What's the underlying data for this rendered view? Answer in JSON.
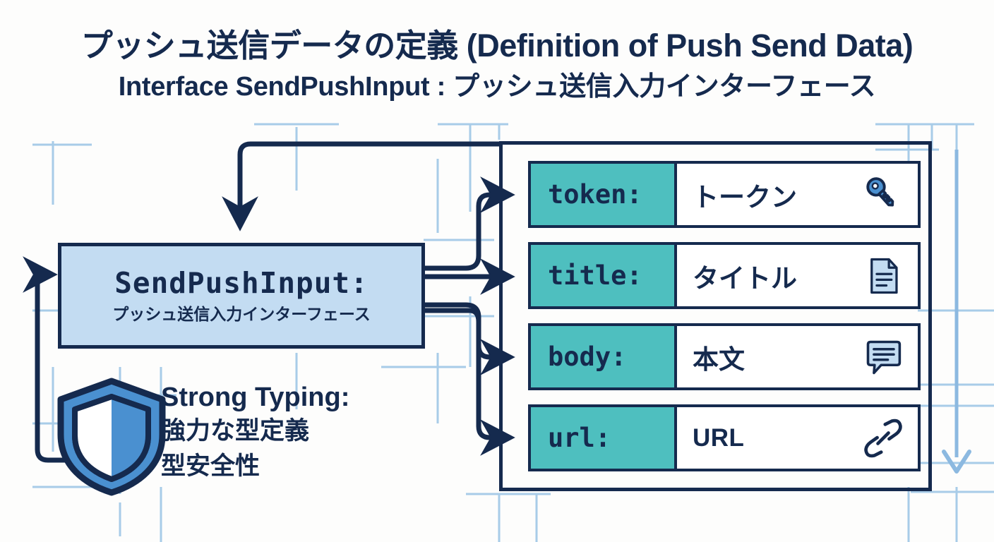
{
  "heading": {
    "line1": "プッシュ送信データの定義 (Definition of Push Send Data)",
    "line2": "Interface SendPushInput : プッシュ送信入力インターフェース"
  },
  "interface_box": {
    "name": "SendPushInput:",
    "subtitle": "プッシュ送信入力インターフェース"
  },
  "strong_typing": {
    "title": "Strong Typing:",
    "line1": "強力な型定義",
    "line2": "型安全性",
    "icon": "shield-icon"
  },
  "fields": [
    {
      "key": "token:",
      "value": "トークン",
      "icon": "key-icon"
    },
    {
      "key": "title:",
      "value": "タイトル",
      "icon": "document-icon"
    },
    {
      "key": "body:",
      "value": "本文",
      "icon": "message-icon"
    },
    {
      "key": "url:",
      "value": "URL",
      "icon": "link-icon"
    }
  ],
  "colors": {
    "ink": "#152a4e",
    "teal": "#4ebfbf",
    "interface_fill": "#c3dcf2",
    "icon_blue": "#4a90d0",
    "icon_light": "#c3dcf2",
    "grid": "#a8cce8",
    "background": "#fdfdfc"
  }
}
